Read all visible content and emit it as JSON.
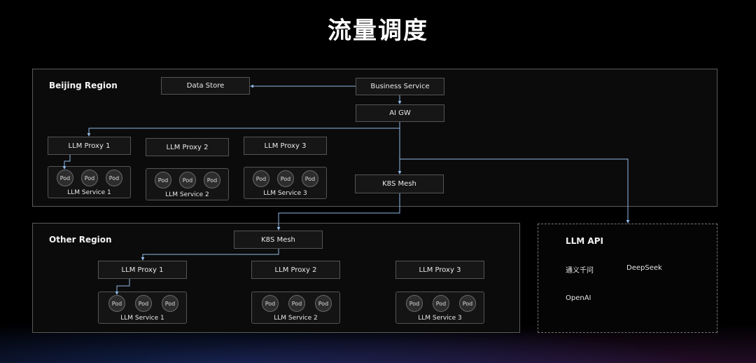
{
  "title": "流量调度",
  "pod_label": "Pod",
  "beijing": {
    "label": "Beijing Region",
    "data_store": "Data Store",
    "business_service": "Business Service",
    "ai_gw": "AI GW",
    "k8s_mesh": "K8S Mesh",
    "proxies": [
      "LLM Proxy 1",
      "LLM Proxy 2",
      "LLM Proxy 3"
    ],
    "services": [
      "LLM Service 1",
      "LLM Service 2",
      "LLM Service 3"
    ]
  },
  "other": {
    "label": "Other Region",
    "k8s_mesh": "K8S Mesh",
    "proxies": [
      "LLM Proxy 1",
      "LLM Proxy 2",
      "LLM Proxy 3"
    ],
    "services": [
      "LLM Service 1",
      "LLM Service 2",
      "LLM Service 3"
    ]
  },
  "llm_api": {
    "label": "LLM API",
    "providers": [
      "通义千问",
      "DeepSeek",
      "OpenAI"
    ]
  },
  "colors": {
    "connector": "#8fb8e6",
    "border": "#5a5a5a",
    "node_bg": "#161616"
  }
}
